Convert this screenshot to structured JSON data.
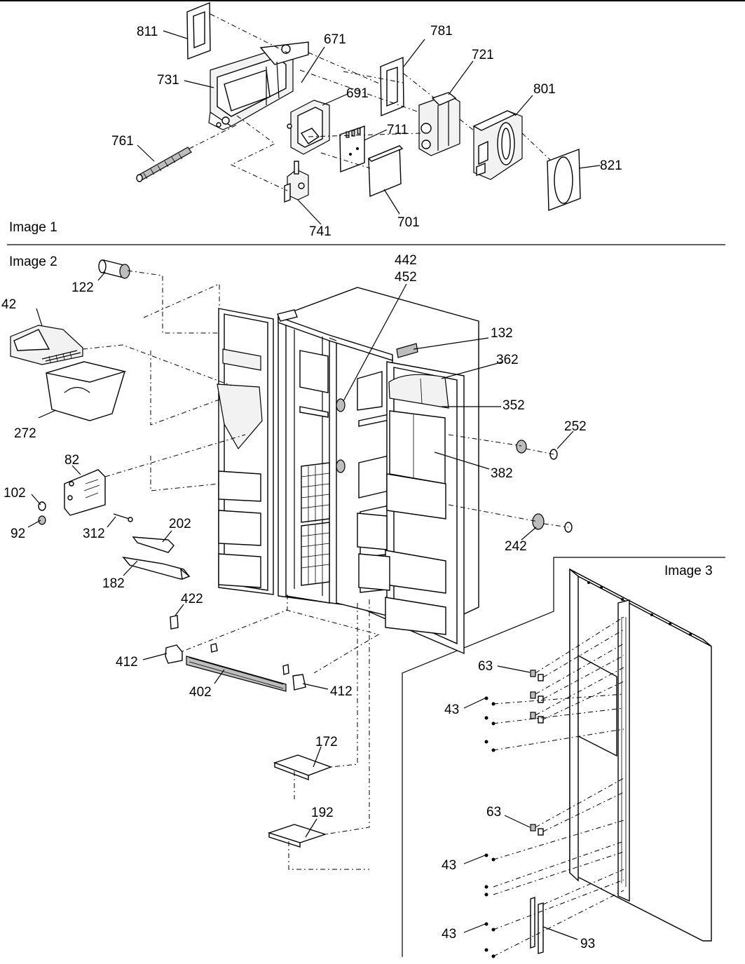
{
  "sections": {
    "image1": "Image 1",
    "image2": "Image 2",
    "image3": "Image 3"
  },
  "callouts": {
    "p811": "811",
    "p671": "671",
    "p781": "781",
    "p721": "721",
    "p731": "731",
    "p691": "691",
    "p801": "801",
    "p761": "761",
    "p711": "711",
    "p821": "821",
    "p741": "741",
    "p701": "701",
    "p122": "122",
    "p442": "442",
    "p452": "452",
    "p42": "42",
    "p132": "132",
    "p362": "362",
    "p352": "352",
    "p252": "252",
    "p272": "272",
    "p82": "82",
    "p382": "382",
    "p102": "102",
    "p92": "92",
    "p312": "312",
    "p202": "202",
    "p242": "242",
    "p182": "182",
    "p422": "422",
    "p412a": "412",
    "p412b": "412",
    "p402": "402",
    "p172": "172",
    "p192": "192",
    "p63a": "63",
    "p43a": "43",
    "p63b": "63",
    "p43b": "43",
    "p43c": "43",
    "p93": "93"
  }
}
